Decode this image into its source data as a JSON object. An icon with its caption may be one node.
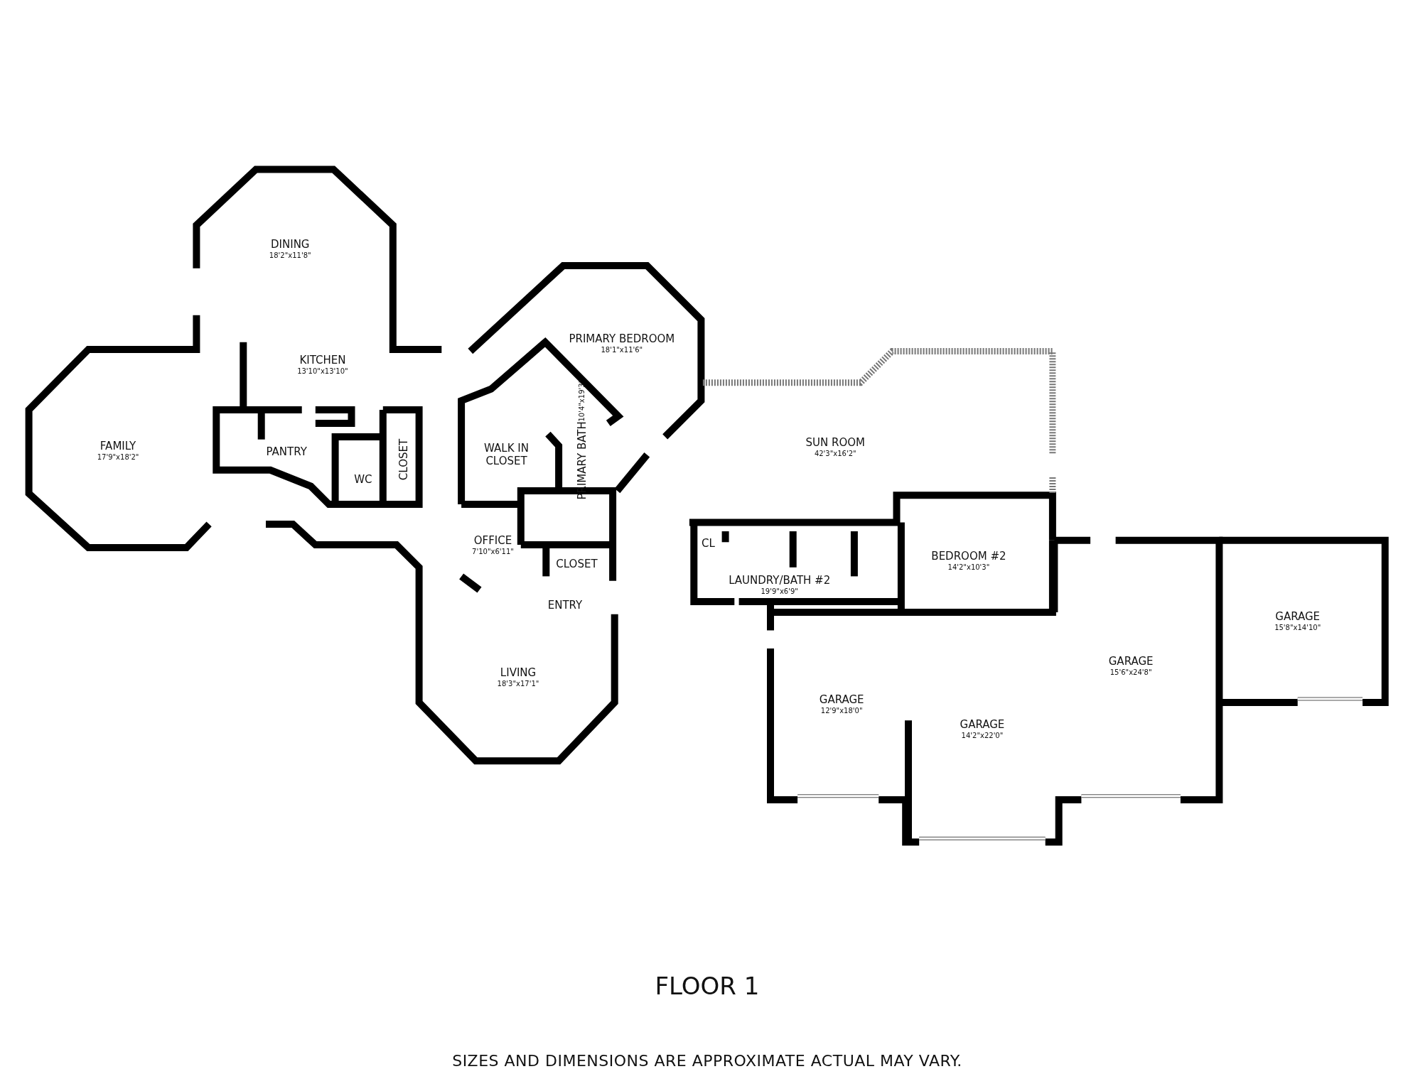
{
  "diagram": {
    "title": "FLOOR 1",
    "caption": "SIZES AND DIMENSIONS ARE APPROXIMATE ACTUAL MAY VARY.",
    "nodes": [
      {
        "text": [
          "DINING",
          "18'2\"x11'8\""
        ]
      },
      {
        "text": [
          "PRIMARY BEDROOM",
          "18'1\"x11'6\""
        ]
      },
      {
        "text": [
          "KITCHEN",
          "13'10\"x13'10\""
        ]
      },
      {
        "text": [
          "SUN ROOM",
          "42'3\"x16'2\""
        ]
      },
      {
        "text": [
          "FAMILY",
          "17'9\"x18'2\""
        ]
      },
      {
        "text": [
          "PRIMARY BATH",
          "10'4\"x19'3\""
        ]
      },
      {
        "text": [
          "PANTRY"
        ]
      },
      {
        "text": [
          "CLOSET"
        ]
      },
      {
        "text": [
          "WALK IN CLOSET"
        ]
      },
      {
        "text": [
          "WC"
        ]
      },
      {
        "text": [
          "OFFICE",
          "7'10\"x6'11\""
        ]
      },
      {
        "text": [
          "CL"
        ]
      },
      {
        "text": [
          "BEDROOM #2",
          "14'2\"x10'3\""
        ]
      },
      {
        "text": [
          "CLOSET"
        ]
      },
      {
        "text": [
          "LAUNDRY/BATH #2",
          "19'9\"x6'9\""
        ]
      },
      {
        "text": [
          "GARAGE",
          "15'8\"x14'10\""
        ]
      },
      {
        "text": [
          "GARAGE",
          "15'6\"x24'8\""
        ]
      },
      {
        "text": [
          "LIVING",
          "18'3\"x17'1\""
        ]
      },
      {
        "text": [
          "GARAGE",
          "12'9\"x18'0\""
        ]
      },
      {
        "text": [
          "GARAGE",
          "14'2\"x22'0\""
        ]
      }
    ],
    "labels": [
      "ENTRY"
    ]
  }
}
